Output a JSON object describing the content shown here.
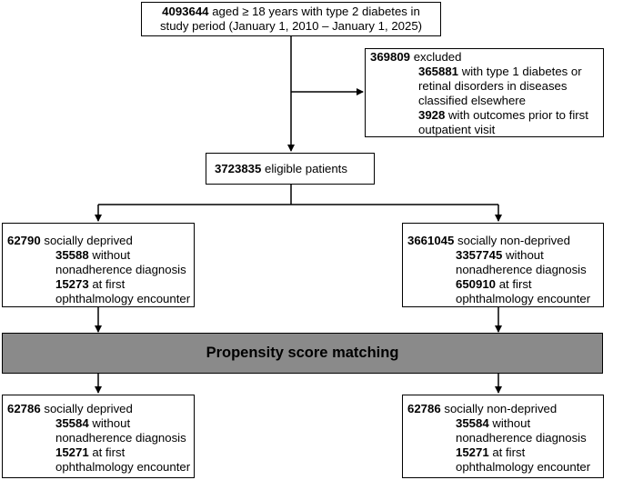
{
  "top": {
    "count": "4093644",
    "line1": "aged ≥ 18 years with type 2 diabetes in",
    "line2": "study period (January 1, 2010 – January 1, 2025)"
  },
  "excluded": {
    "count": "369809",
    "label": "excluded",
    "item1_count": "365881",
    "item1_line1": "with type 1 diabetes or",
    "item1_line2": "retinal disorders in diseases",
    "item1_line3": "classified elsewhere",
    "item2_count": "3928",
    "item2_line1": "with outcomes prior to first",
    "item2_line2": "outpatient visit"
  },
  "eligible": {
    "count": "3723835",
    "label": "eligible patients"
  },
  "left_pre": {
    "count": "62790",
    "label": "socially deprived",
    "sub1_count": "35588",
    "sub1_a": "without",
    "sub1_b": "nonadherence diagnosis",
    "sub2_count": "15273",
    "sub2_a": "at first",
    "sub2_b": "ophthalmology encounter"
  },
  "right_pre": {
    "count": "3661045",
    "label": "socially non-deprived",
    "sub1_count": "3357745",
    "sub1_a": "without",
    "sub1_b": "nonadherence diagnosis",
    "sub2_count": "650910",
    "sub2_a": "at first",
    "sub2_b": "ophthalmology encounter"
  },
  "psm": {
    "label": "Propensity score matching"
  },
  "left_post": {
    "count": "62786",
    "label": "socially deprived",
    "sub1_count": "35584",
    "sub1_a": "without",
    "sub1_b": "nonadherence diagnosis",
    "sub2_count": "15271",
    "sub2_a": "at first",
    "sub2_b": "ophthalmology encounter"
  },
  "right_post": {
    "count": "62786",
    "label": "socially non-deprived",
    "sub1_count": "35584",
    "sub1_a": "without",
    "sub1_b": "nonadherence diagnosis",
    "sub2_count": "15271",
    "sub2_a": "at first",
    "sub2_b": "ophthalmology encounter"
  }
}
